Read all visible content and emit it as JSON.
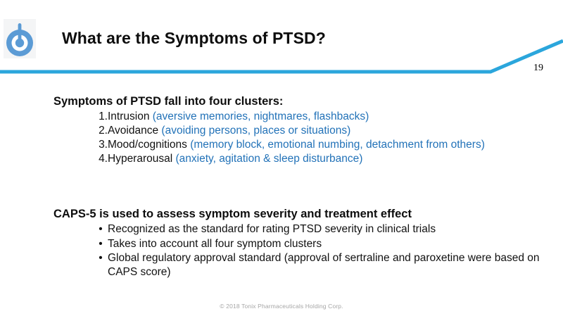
{
  "header": {
    "logo_name": "tonix-power-logo",
    "title": "What are the Symptoms of PTSD?",
    "page_number": "19",
    "rule_color": "#2BA6DC",
    "logo_color": "#5B9BD5",
    "logo_box_color": "#F4F5F6"
  },
  "body": {
    "accent_color": "#2272B8",
    "text_color": "#111111",
    "sections": [
      {
        "heading": "Symptoms of PTSD fall into four clusters:",
        "list_type": "numbered",
        "items": [
          {
            "marker": "1.",
            "text": "Intrusion ",
            "paren": "(aversive memories, nightmares, flashbacks)"
          },
          {
            "marker": "2.",
            "text": "Avoidance ",
            "paren": "(avoiding persons, places or situations)"
          },
          {
            "marker": "3.",
            "text": "Mood/cognitions ",
            "paren": "(memory block, emotional numbing, detachment from others)"
          },
          {
            "marker": "4.",
            "text": "Hyperarousal ",
            "paren": "(anxiety, agitation & sleep disturbance)"
          }
        ]
      },
      {
        "heading": "CAPS-5 is used to assess symptom severity and treatment effect",
        "list_type": "bulleted",
        "items": [
          {
            "marker": "•",
            "text": "Recognized as the standard for rating PTSD severity in clinical trials",
            "paren": ""
          },
          {
            "marker": "•",
            "text": "Takes into account all four symptom clusters",
            "paren": ""
          },
          {
            "marker": "•",
            "text": "Global regulatory approval standard (approval of sertraline and paroxetine were based on CAPS score)",
            "paren": ""
          }
        ]
      }
    ]
  },
  "footer": {
    "copyright": "© 2018 Tonix Pharmaceuticals Holding Corp."
  }
}
